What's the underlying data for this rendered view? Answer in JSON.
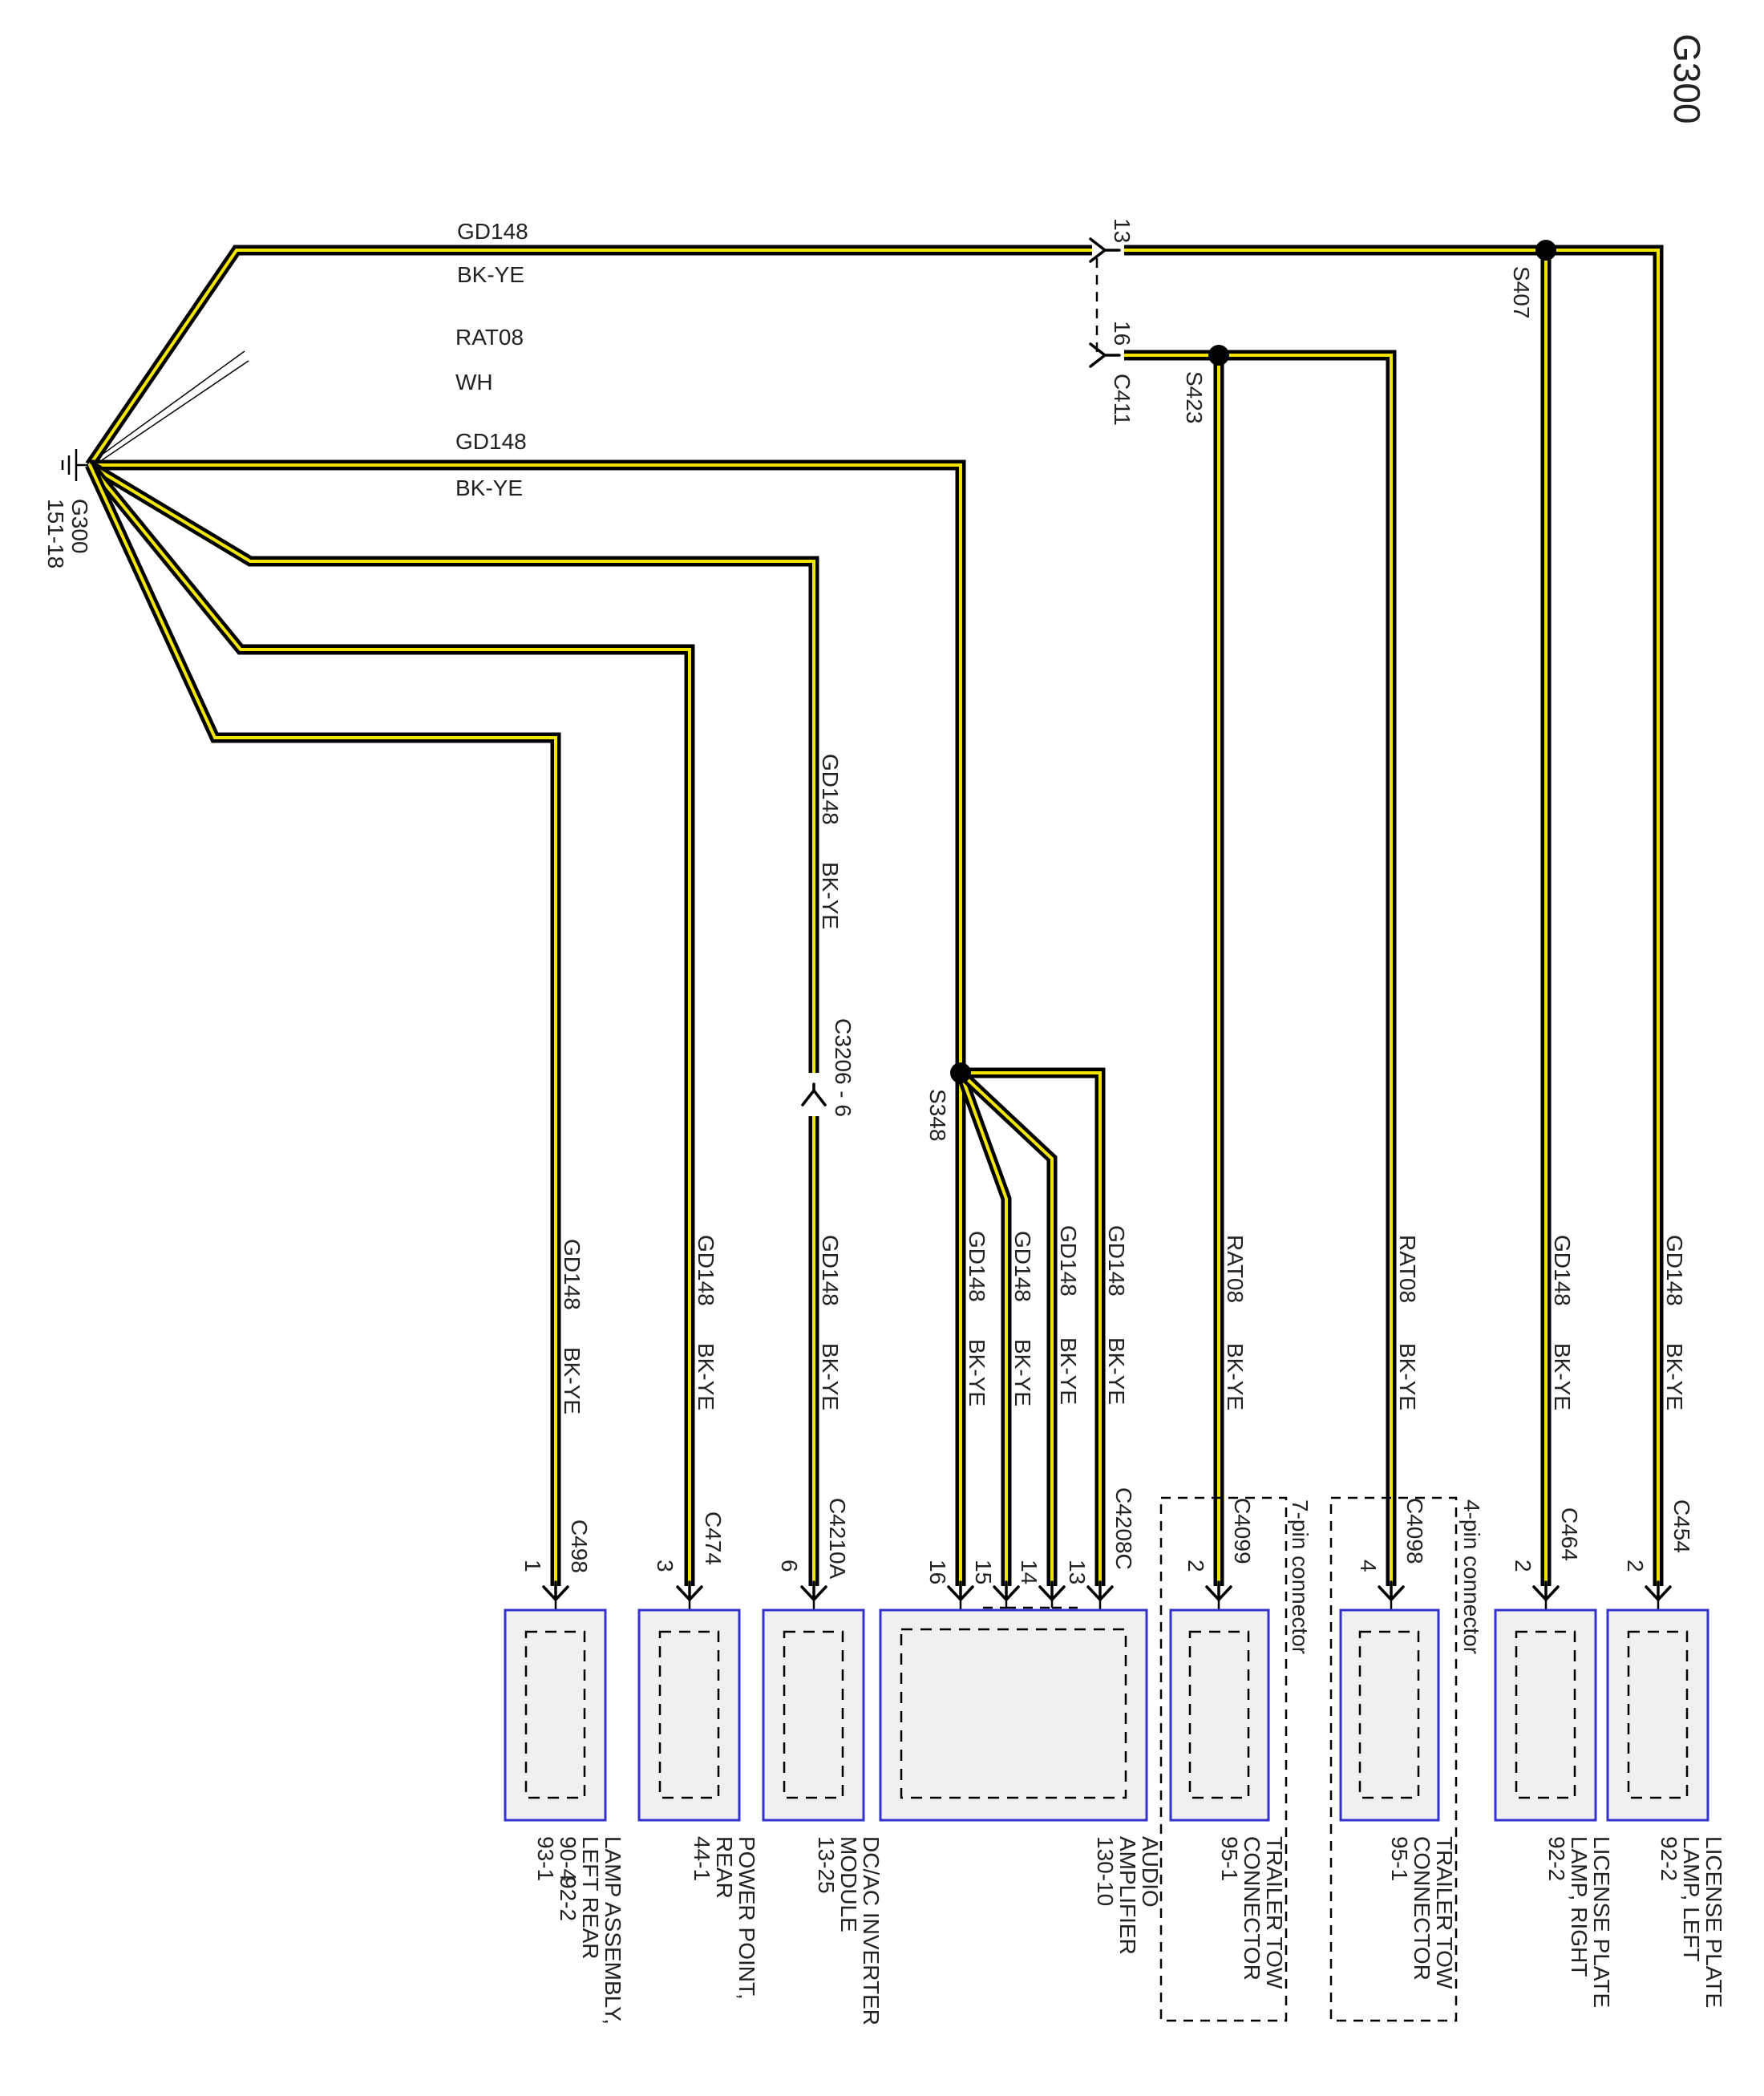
{
  "title": "G300",
  "ground": {
    "id": "G300",
    "ref": "151-18"
  },
  "wires": {
    "top_circuit": "GD148",
    "top_color": "BK-YE",
    "rat_circuit": "RAT08",
    "rat_color": "WH",
    "mid_circuit": "GD148",
    "mid_color": "BK-YE",
    "gd148": "GD148",
    "bkye": "BK-YE",
    "rat08": "RAT08"
  },
  "connectors": {
    "c411": "C411",
    "c411_pin_top": "13",
    "c411_pin_bottom": "16",
    "c3206": "C3206 - 6"
  },
  "splices": {
    "s407": "S407",
    "s423": "S423",
    "s348": "S348"
  },
  "notes": {
    "seven_pin": "7-pin connector",
    "four_pin": "4-pin connector"
  },
  "components": [
    {
      "connector": "C498",
      "pin": "1",
      "lines": [
        "LAMP ASSEMBLY,",
        "LEFT REAR",
        "90-4",
        "93-1",
        "92-2"
      ]
    },
    {
      "connector": "C474",
      "pin": "3",
      "lines": [
        "POWER POINT,",
        "REAR",
        "44-1"
      ]
    },
    {
      "connector": "C4210A",
      "pin": "6",
      "lines": [
        "DC/AC INVERTER",
        "MODULE",
        "13-25"
      ]
    },
    {
      "connector": "C4208C",
      "pins": [
        "16",
        "15",
        "14",
        "13"
      ],
      "lines": [
        "AUDIO",
        "AMPLIFIER",
        "130-10"
      ]
    },
    {
      "connector": "C4099",
      "pin": "2",
      "lines": [
        "TRAILER TOW",
        "CONNECTOR",
        "95-1"
      ]
    },
    {
      "connector": "C4098",
      "pin": "4",
      "lines": [
        "TRAILER TOW",
        "CONNECTOR",
        "95-1"
      ]
    },
    {
      "connector": "C464",
      "pin": "2",
      "lines": [
        "LICENSE PLATE",
        "LAMP, RIGHT",
        "92-2"
      ]
    },
    {
      "connector": "C454",
      "pin": "2",
      "lines": [
        "LICENSE PLATE",
        "LAMP, LEFT",
        "92-2"
      ]
    }
  ]
}
